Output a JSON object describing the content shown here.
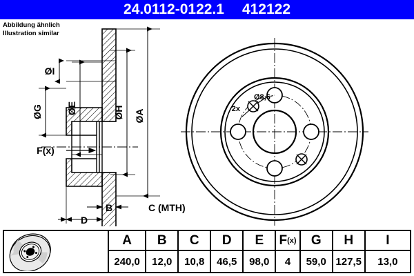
{
  "header": {
    "part_number": "24.0112-0122.1",
    "article_number": "412122",
    "background_color": "#0000ff",
    "text_color": "#ffffff"
  },
  "note": {
    "line1": "Abbildung ähnlich",
    "line2": "Illustration similar"
  },
  "drawing": {
    "section_view": {
      "labels": {
        "dia_i": "ØI",
        "dia_g": "ØG",
        "dia_e": "ØE",
        "dia_h": "ØH",
        "dia_a": "ØA",
        "f_x": "F(x)",
        "b": "B",
        "c": "C (MTH)",
        "d": "D"
      }
    },
    "face_view": {
      "hole_callout_diameter": "Ø8,6",
      "hole_callout_count": "2x",
      "bolt_hole_count": 4,
      "threaded_hole_count": 2
    }
  },
  "table": {
    "thumbnail_name": "brake-disc-photo",
    "columns": [
      {
        "header": "A",
        "value": "240,0"
      },
      {
        "header": "B",
        "value": "12,0"
      },
      {
        "header": "C",
        "value": "10,8"
      },
      {
        "header": "D",
        "value": "46,5"
      },
      {
        "header": "E",
        "value": "98,0"
      },
      {
        "header": "F(x)",
        "value": "4",
        "header_main": "F",
        "header_sub": "(x)"
      },
      {
        "header": "G",
        "value": "59,0"
      },
      {
        "header": "H",
        "value": "127,5"
      },
      {
        "header": "I",
        "value": "13,0"
      }
    ]
  },
  "colors": {
    "line": "#000000",
    "background": "#ffffff",
    "accent": "#0000ff"
  }
}
